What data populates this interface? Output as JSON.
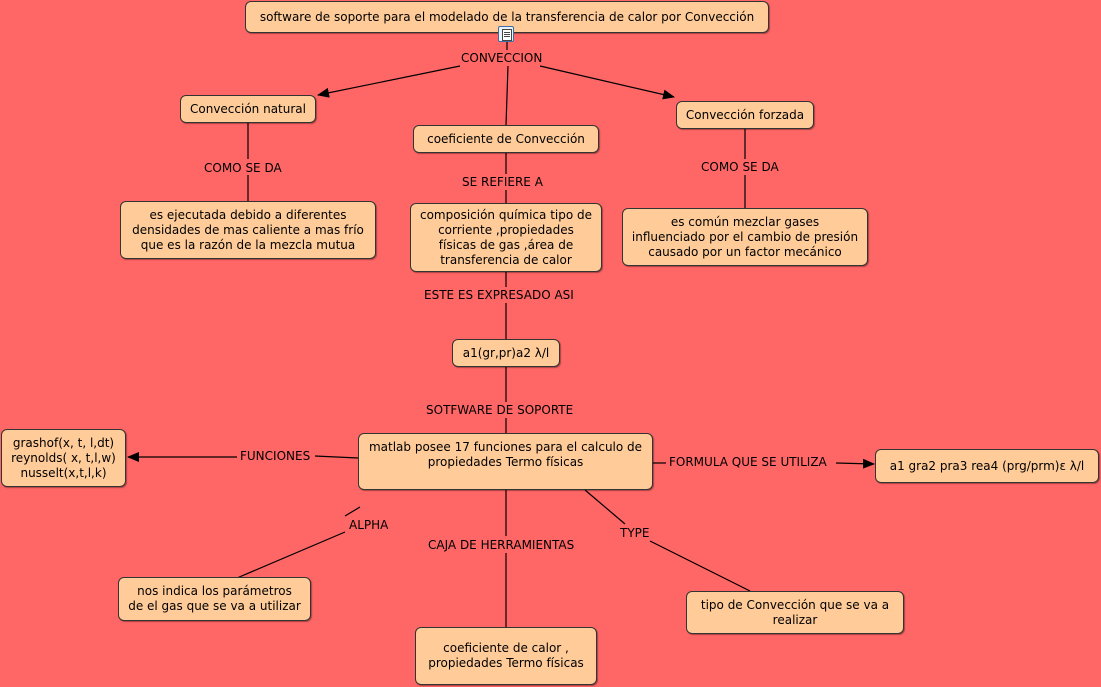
{
  "nodes": {
    "title": "software de soporte para el modelado de la transferencia de calor por Convección",
    "natural": "Convección natural",
    "coeficiente": "coeficiente de Convección",
    "forzada": "Convección forzada",
    "natural_desc": "es ejecutada debido a diferentes\ndensidades de mas caliente a mas frío\nque es la razón de la mezcla mutua",
    "composicion": "composición química tipo de\ncorriente ,propiedades\nfísicas de gas ,área de\ntransferencia de calor",
    "forzada_desc": "es común mezclar gases\ninfluenciado por el cambio de presión\ncausado por un factor mecánico",
    "formula": "a1(gr,pr)a2 λ/l",
    "matlab": "matlab posee 17 funciones para el calculo de\npropiedades Termo físicas",
    "funciones_list": "grashof(x, t, l,dt)\nreynolds( x, t,l,w)\nnusselt(x,t,l,k)",
    "formula_full": "a1 gra2 pra3 rea4 (prg/prm)ε  λ/l",
    "alpha_desc": "nos indica los parámetros\nde el gas que se va a utilizar",
    "caja_desc": "coeficiente de calor ,\npropiedades Termo físicas",
    "type_desc": "tipo de Convección   que se va a\nrealizar"
  },
  "labels": {
    "conveccion": "CONVECCION",
    "como_se_da_1": "COMO SE DA",
    "se_refiere_a": "SE REFIERE A",
    "como_se_da_2": "COMO SE DA",
    "este_es_expresado": "ESTE ES EXPRESADO ASI",
    "software_soporte": "SOTFWARE DE SOPORTE",
    "funciones": "FUNCIONES",
    "formula_que": "FORMULA QUE SE UTILIZA",
    "alpha": "ALPHA",
    "caja": "CAJA DE HERRAMIENTAS",
    "type": "TYPE"
  },
  "icons": {
    "title_attachment": "document-icon"
  },
  "colors": {
    "background": "#ff6666",
    "node_fill": "#ffcc99",
    "line": "#000000"
  }
}
